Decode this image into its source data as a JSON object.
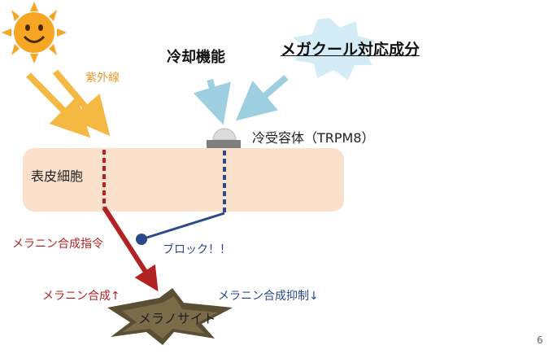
{
  "labels": {
    "uv": "紫外線",
    "cooling": "冷却機能",
    "mega": "メガクール対応成分",
    "receptor": "冷受容体（TRPM8）",
    "epidermis": "表皮細胞",
    "melanin_command": "メラニン合成指令",
    "block": "ブロック！！",
    "synthesis_up": "メラニン合成↑",
    "synthesis_down": "メラニン合成抑制↓",
    "melanocyte": "メラノサイト",
    "page_number": "6"
  },
  "icons": {
    "sun": "smiling-sun-icon",
    "starburst": "starburst-icon"
  },
  "colors": {
    "uv_arrow": "#f4b942",
    "cool_arrow": "#9ecfe0",
    "epidermis_fill": "#fbe1cc",
    "command_red": "#b22222",
    "block_blue": "#2a4a8c",
    "melanocyte_fill": "#5a4f33",
    "starburst_fill": "#d3ecf5"
  }
}
